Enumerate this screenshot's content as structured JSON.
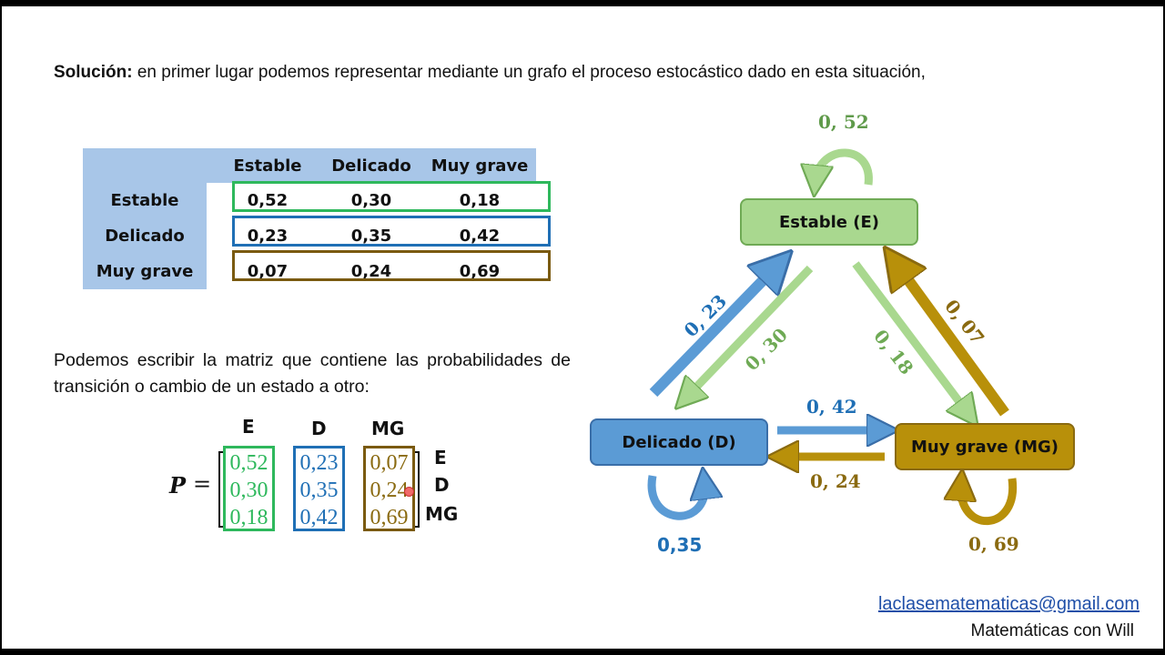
{
  "intro": {
    "label": "Solución:",
    "text": " en primer lugar podemos representar mediante un grafo el proceso estocástico dado en esta situación,"
  },
  "table": {
    "headers": [
      "Estable",
      "Delicado",
      "Muy grave"
    ],
    "rows": [
      {
        "label": "Estable",
        "values": [
          "0,52",
          "0,30",
          "0,18"
        ]
      },
      {
        "label": "Delicado",
        "values": [
          "0,23",
          "0,35",
          "0,42"
        ]
      },
      {
        "label": "Muy grave",
        "values": [
          "0,07",
          "0,24",
          "0,69"
        ]
      }
    ]
  },
  "paragraph": "Podemos escribir la matriz que contiene las probabilidades de transición o cambio de un estado a otro:",
  "matrix": {
    "variable": "P",
    "equals": "=",
    "col_labels": [
      "E",
      "D",
      "MG"
    ],
    "row_labels": [
      "E",
      "D",
      "MG"
    ],
    "columns": [
      [
        "0,52",
        "0,30",
        "0,18"
      ],
      [
        "0,23",
        "0,35",
        "0,42"
      ],
      [
        "0,07",
        "0,24",
        "0,69"
      ]
    ]
  },
  "graph": {
    "nodes": {
      "estable": "Estable (E)",
      "delicado": "Delicado (D)",
      "muy_grave": "Muy grave (MG)"
    },
    "edges": {
      "e_loop": "0, 52",
      "d_to_e": "0, 23",
      "e_to_d": "0, 30",
      "e_to_mg": "0, 18",
      "mg_to_e": "0, 07",
      "d_to_mg": "0, 42",
      "mg_to_d": "0, 24",
      "d_loop": "0,35",
      "mg_loop": "0, 69"
    }
  },
  "footer": {
    "email": "laclasematematicas@gmail.com",
    "credit": "Matemáticas con Will"
  },
  "colors": {
    "green": "#2eb85c",
    "blue": "#1f6fb5",
    "olive": "#8a6a10",
    "gold": "#b8900a",
    "estable_fill": "#a9d88f",
    "delicado_fill": "#5b9bd5",
    "muy_grave_fill": "#b8900a",
    "header_fill": "#a8c6e8"
  }
}
